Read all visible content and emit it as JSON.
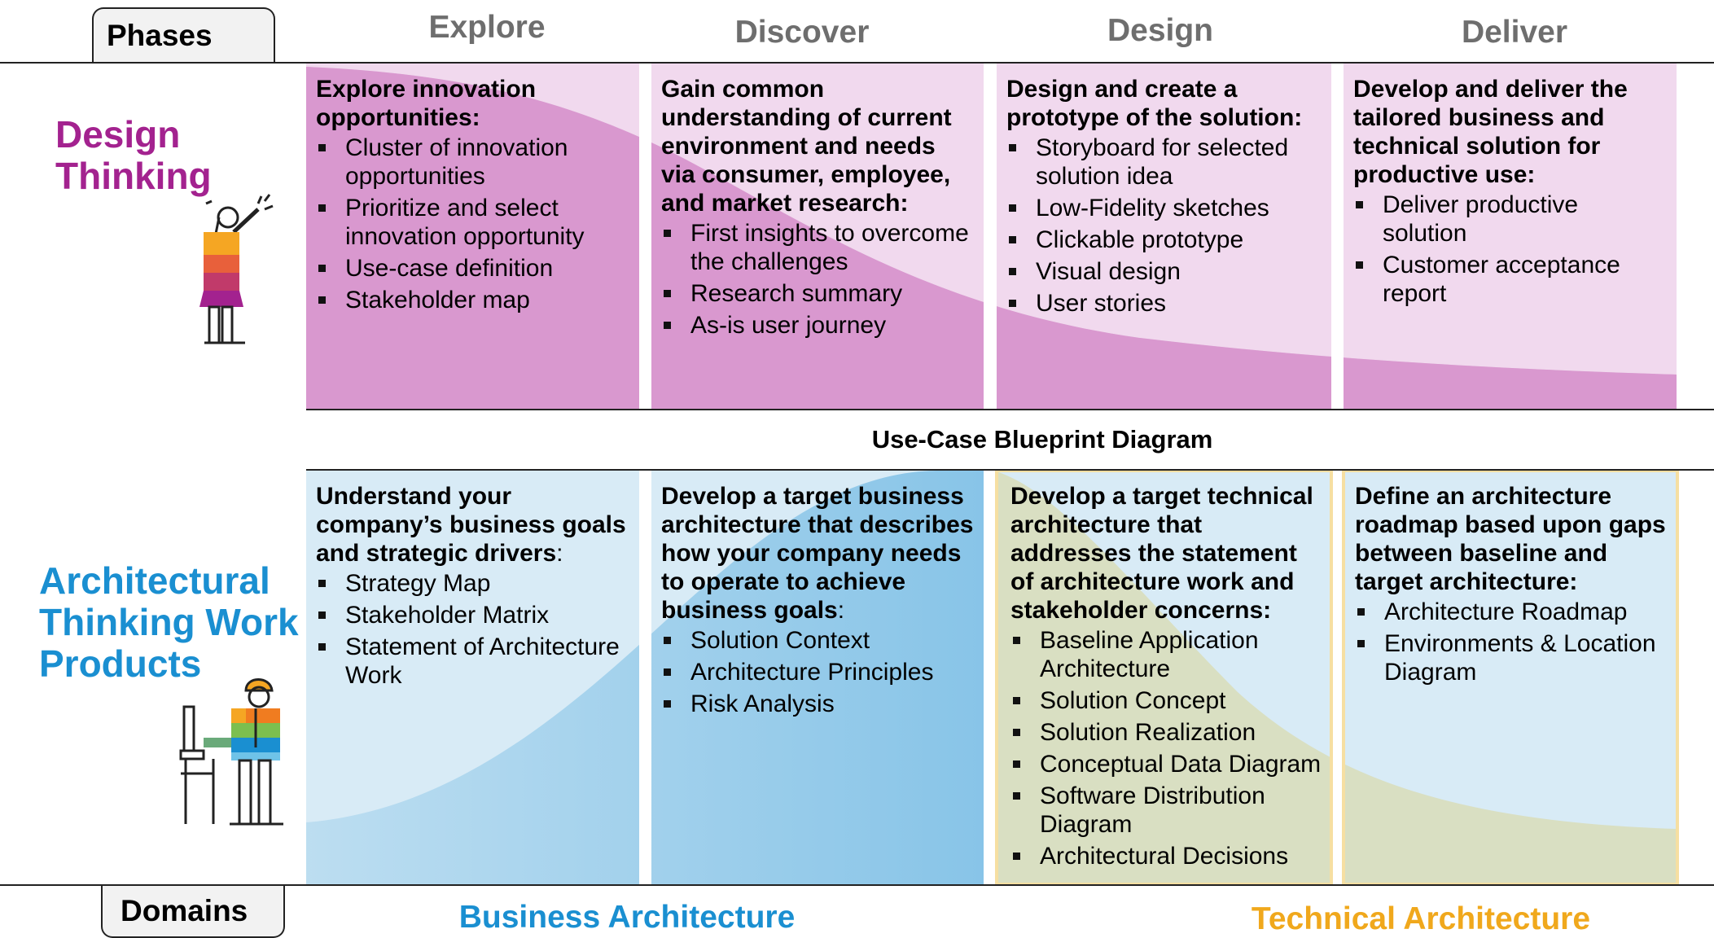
{
  "tabs": {
    "phases": "Phases",
    "domains": "Domains"
  },
  "phases": [
    "Explore",
    "Discover",
    "Design",
    "Deliver"
  ],
  "rows": {
    "design_thinking": {
      "title_line1": "Design",
      "title_line2": "Thinking",
      "color": "#a3228f"
    },
    "architectural_thinking": {
      "title_line1": "Architectural",
      "title_line2": "Thinking Work",
      "title_line3": "Products",
      "color": "#1a8fd1"
    }
  },
  "design_thinking_cells": [
    {
      "heading": "Explore innovation opportunities:",
      "suffix": "",
      "items": [
        "Cluster of innovation opportunities",
        "Prioritize and select innovation opportunity",
        "Use-case definition",
        "Stakeholder map"
      ]
    },
    {
      "heading": "Gain common understanding of current environment and needs via consumer, employee, and market research:",
      "suffix": "",
      "items": [
        "First insights to overcome the challenges",
        "Research summary",
        "As-is user journey"
      ]
    },
    {
      "heading": "Design and create a prototype of the solution:",
      "suffix": "",
      "items": [
        "Storyboard for selected solution idea",
        "Low-Fidelity sketches",
        "Clickable prototype",
        "Visual design",
        "User stories"
      ]
    },
    {
      "heading": "Develop and deliver the tailored business and technical solution for productive use:",
      "suffix": "",
      "items": [
        "Deliver productive solution",
        "Customer acceptance report"
      ]
    }
  ],
  "blueprint_label": "Use-Case Blueprint Diagram",
  "architecture_cells": [
    {
      "heading": "Understand your company’s business goals and strategic drivers",
      "suffix": ":",
      "items": [
        "Strategy Map",
        "Stakeholder Matrix",
        "Statement of Architecture Work"
      ]
    },
    {
      "heading": "Develop a target business architecture that describes how your company needs to operate to achieve business goals",
      "suffix": ":",
      "items": [
        "Solution Context",
        "Architecture Principles",
        "Risk Analysis"
      ]
    },
    {
      "heading": "Develop a target technical architecture that addresses the statement of architecture work and stakeholder concerns:",
      "suffix": "",
      "items": [
        "Baseline Application Architecture",
        "Solution Concept",
        "Solution Realization",
        "Conceptual Data Diagram",
        "Software Distribution Diagram",
        "Architectural Decisions"
      ]
    },
    {
      "heading": "Define an architecture roadmap based upon gaps between baseline and target architecture:",
      "suffix": "",
      "items": [
        "Architecture Roadmap",
        "Environments & Location Diagram"
      ]
    }
  ],
  "domains": {
    "business": {
      "label": "Business Architecture",
      "color": "#1a8fd1"
    },
    "technical": {
      "label": "Technical Architecture",
      "color": "#f0a81c"
    }
  },
  "icons": [
    "design-thinker-figure-icon",
    "architect-at-computer-figure-icon"
  ]
}
